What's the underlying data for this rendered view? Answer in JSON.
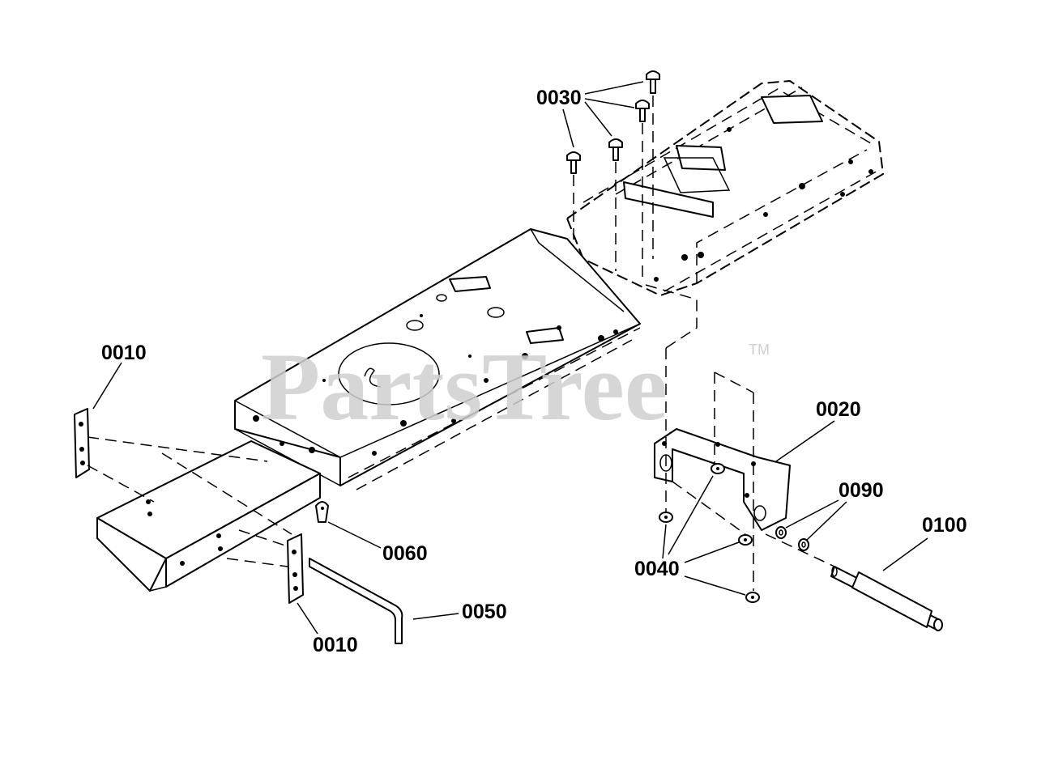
{
  "diagram": {
    "watermark": {
      "brand": "PartsTree",
      "trademark": "TM"
    },
    "labels": {
      "p0010_upper": "0010",
      "p0010_lower": "0010",
      "p0020": "0020",
      "p0030": "0030",
      "p0040": "0040",
      "p0050": "0050",
      "p0060": "0060",
      "p0090": "0090",
      "p0100": "0100"
    }
  }
}
